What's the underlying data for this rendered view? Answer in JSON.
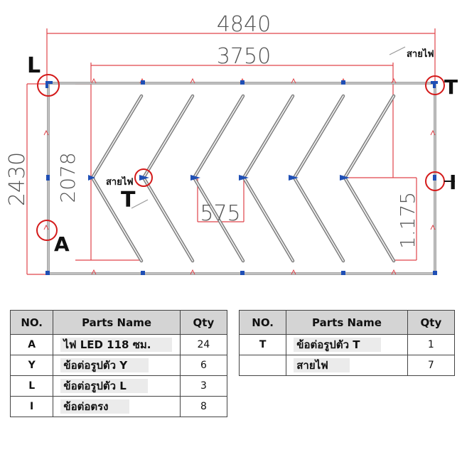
{
  "dimensions": {
    "overall_width": "4840",
    "inner_width": "3750",
    "overall_height": "2430",
    "inner_height": "2078",
    "gap": "575",
    "side": "1.175"
  },
  "callouts": {
    "L": "L",
    "T_corner": "T",
    "I": "I",
    "T_inner": "T",
    "A": "A",
    "wire_top": "สายไฟ",
    "wire_mid": "สายไฟ"
  },
  "table_left": {
    "headers": {
      "no": "NO.",
      "name": "Parts Name",
      "qty": "Qty"
    },
    "rows": [
      {
        "no": "A",
        "name": "ไฟ LED 118 ซม.",
        "qty": "24"
      },
      {
        "no": "Y",
        "name": "ข้อต่อรูปตัว Y",
        "qty": "6"
      },
      {
        "no": "L",
        "name": "ข้อต่อรูปตัว L",
        "qty": "3"
      },
      {
        "no": "I",
        "name": "ข้อต่อตรง",
        "qty": "8"
      }
    ]
  },
  "table_right": {
    "headers": {
      "no": "NO.",
      "name": "Parts Name",
      "qty": "Qty"
    },
    "rows": [
      {
        "no": "T",
        "name": "ข้อต่อรูปตัว T",
        "qty": "1"
      },
      {
        "no": "",
        "name": "สายไฟ",
        "qty": "7"
      }
    ]
  },
  "colors": {
    "dimension_line": "#e0444a",
    "tube": "#8c8c8c",
    "connector": "#1f4fb5",
    "callout_circle": "#d41a1a",
    "header_bg": "#d4d4d4"
  }
}
